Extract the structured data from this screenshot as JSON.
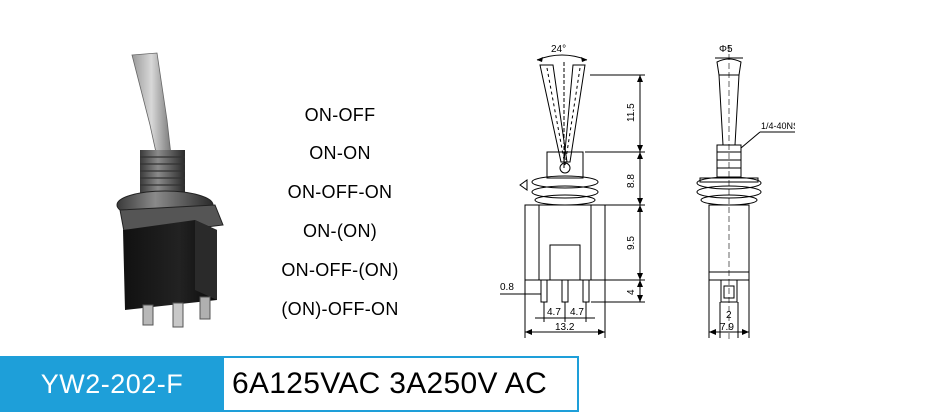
{
  "functions": [
    "ON-OFF",
    "ON-ON",
    "ON-OFF-ON",
    "ON-(ON)",
    "ON-OFF-(ON)",
    "(ON)-OFF-ON"
  ],
  "dimensions": {
    "angle": "24°",
    "lever_height": "11.5",
    "bushing_height": "8.8",
    "body_height": "9.5",
    "terminal_height": "4",
    "terminal_width": "0.8",
    "pin_pitch_left": "4.7",
    "pin_pitch_right": "4.7",
    "body_width": "13.2",
    "lever_tip_diameter": "Φ5",
    "thread_spec": "1/4-40NS",
    "terminal_slot": "2",
    "side_width": "7.9"
  },
  "model": "YW2-202-F",
  "rating": "6A125VAC 3A250V AC",
  "colors": {
    "accent": "#1e9fd9"
  }
}
